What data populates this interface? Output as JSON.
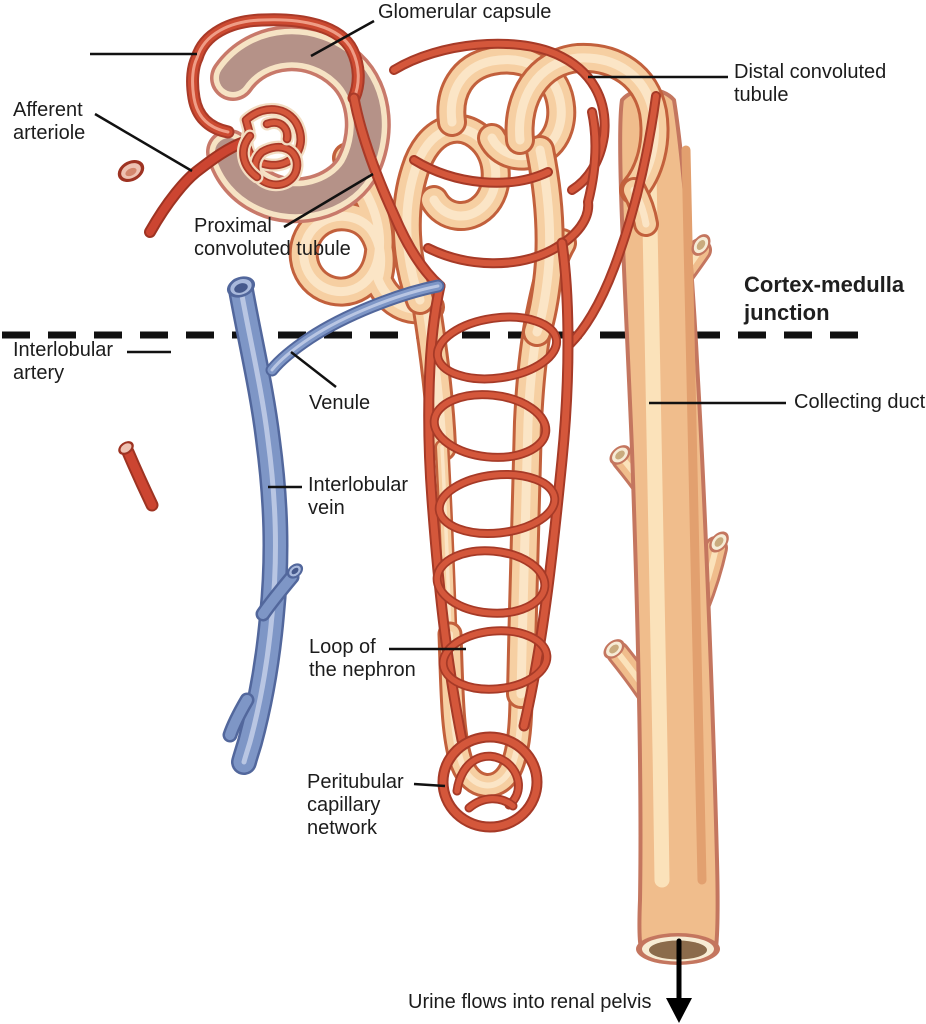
{
  "diagram": {
    "type": "anatomical-illustration",
    "subject": "Nephron of the kidney with its blood supply",
    "labels": {
      "glomerular_capsule": "Glomerular capsule",
      "distal_convoluted_tubule": "Distal convoluted\ntubule",
      "afferent_arteriole": "Afferent\narteriole",
      "proximal_convoluted_tubule": "Proximal\nconvoluted tubule",
      "cortex_medulla_junction": "Cortex-medulla\njunction",
      "interlobular_artery": "Interlobular\nartery",
      "venule": "Venule",
      "interlobular_vein": "Interlobular\nvein",
      "collecting_duct": "Collecting duct",
      "loop_of_nephron": "Loop of\nthe nephron",
      "peritubular_capillary_network": "Peritubular\ncapillary\nnetwork",
      "urine_flow": "Urine flows into renal pelvis"
    },
    "colors": {
      "artery_red": "#cc4531",
      "artery_outline": "#9e3322",
      "vein_blue": "#7e96c6",
      "vein_outline": "#52679c",
      "tubule_peach": "#f6cfa2",
      "tubule_outline": "#c2603c",
      "tubule_core": "#fbe5c6",
      "capillary_red": "#d4573b",
      "capillary_outline": "#a63a27",
      "capsule_mauve": "#b59288",
      "capsule_cream": "#f6e3c4",
      "capsule_rim": "#c8796a",
      "duct_peach": "#f0bd8c",
      "duct_outline": "#c4765f",
      "duct_lumen_brown": "#8b6b4b",
      "dashed_line": "#111111",
      "label_text": "#1c1c1c"
    }
  }
}
